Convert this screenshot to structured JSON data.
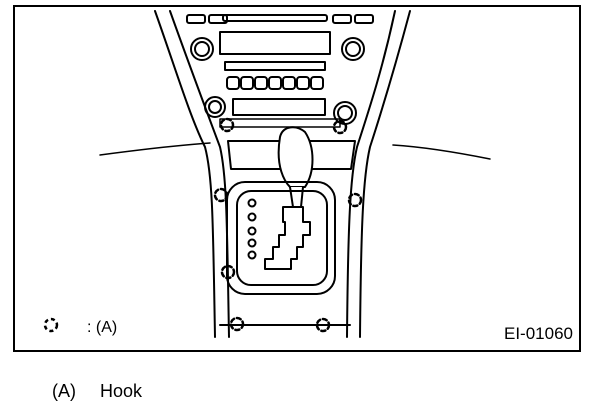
{
  "figure": {
    "legend_text": ": (A)",
    "figure_id": "EI-01060",
    "icons": [
      "hook-location-icon"
    ]
  },
  "caption": {
    "marker": "(A)",
    "text": "Hook"
  }
}
